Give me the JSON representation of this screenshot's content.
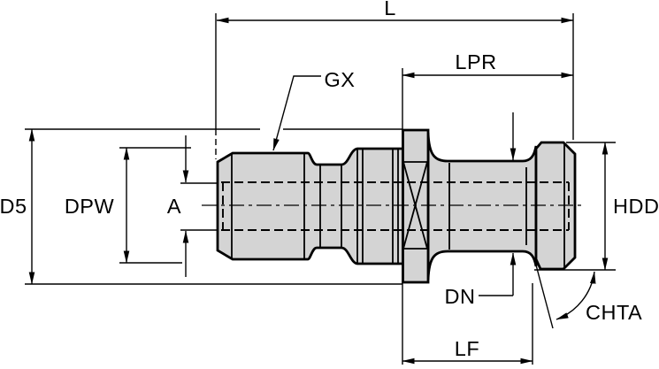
{
  "diagram": {
    "type": "engineering-drawing",
    "subject": "retention-knob-pull-stud-side-view",
    "colors": {
      "background": "#ffffff",
      "part_fill": "#d4d4d4",
      "line": "#000000"
    },
    "labels": {
      "l": "L",
      "lpr": "LPR",
      "gx": "GX",
      "d5": "D5",
      "dpw": "DPW",
      "a": "A",
      "hdd": "HDD",
      "dn": "DN",
      "chta": "CHTA",
      "lf": "LF"
    }
  }
}
